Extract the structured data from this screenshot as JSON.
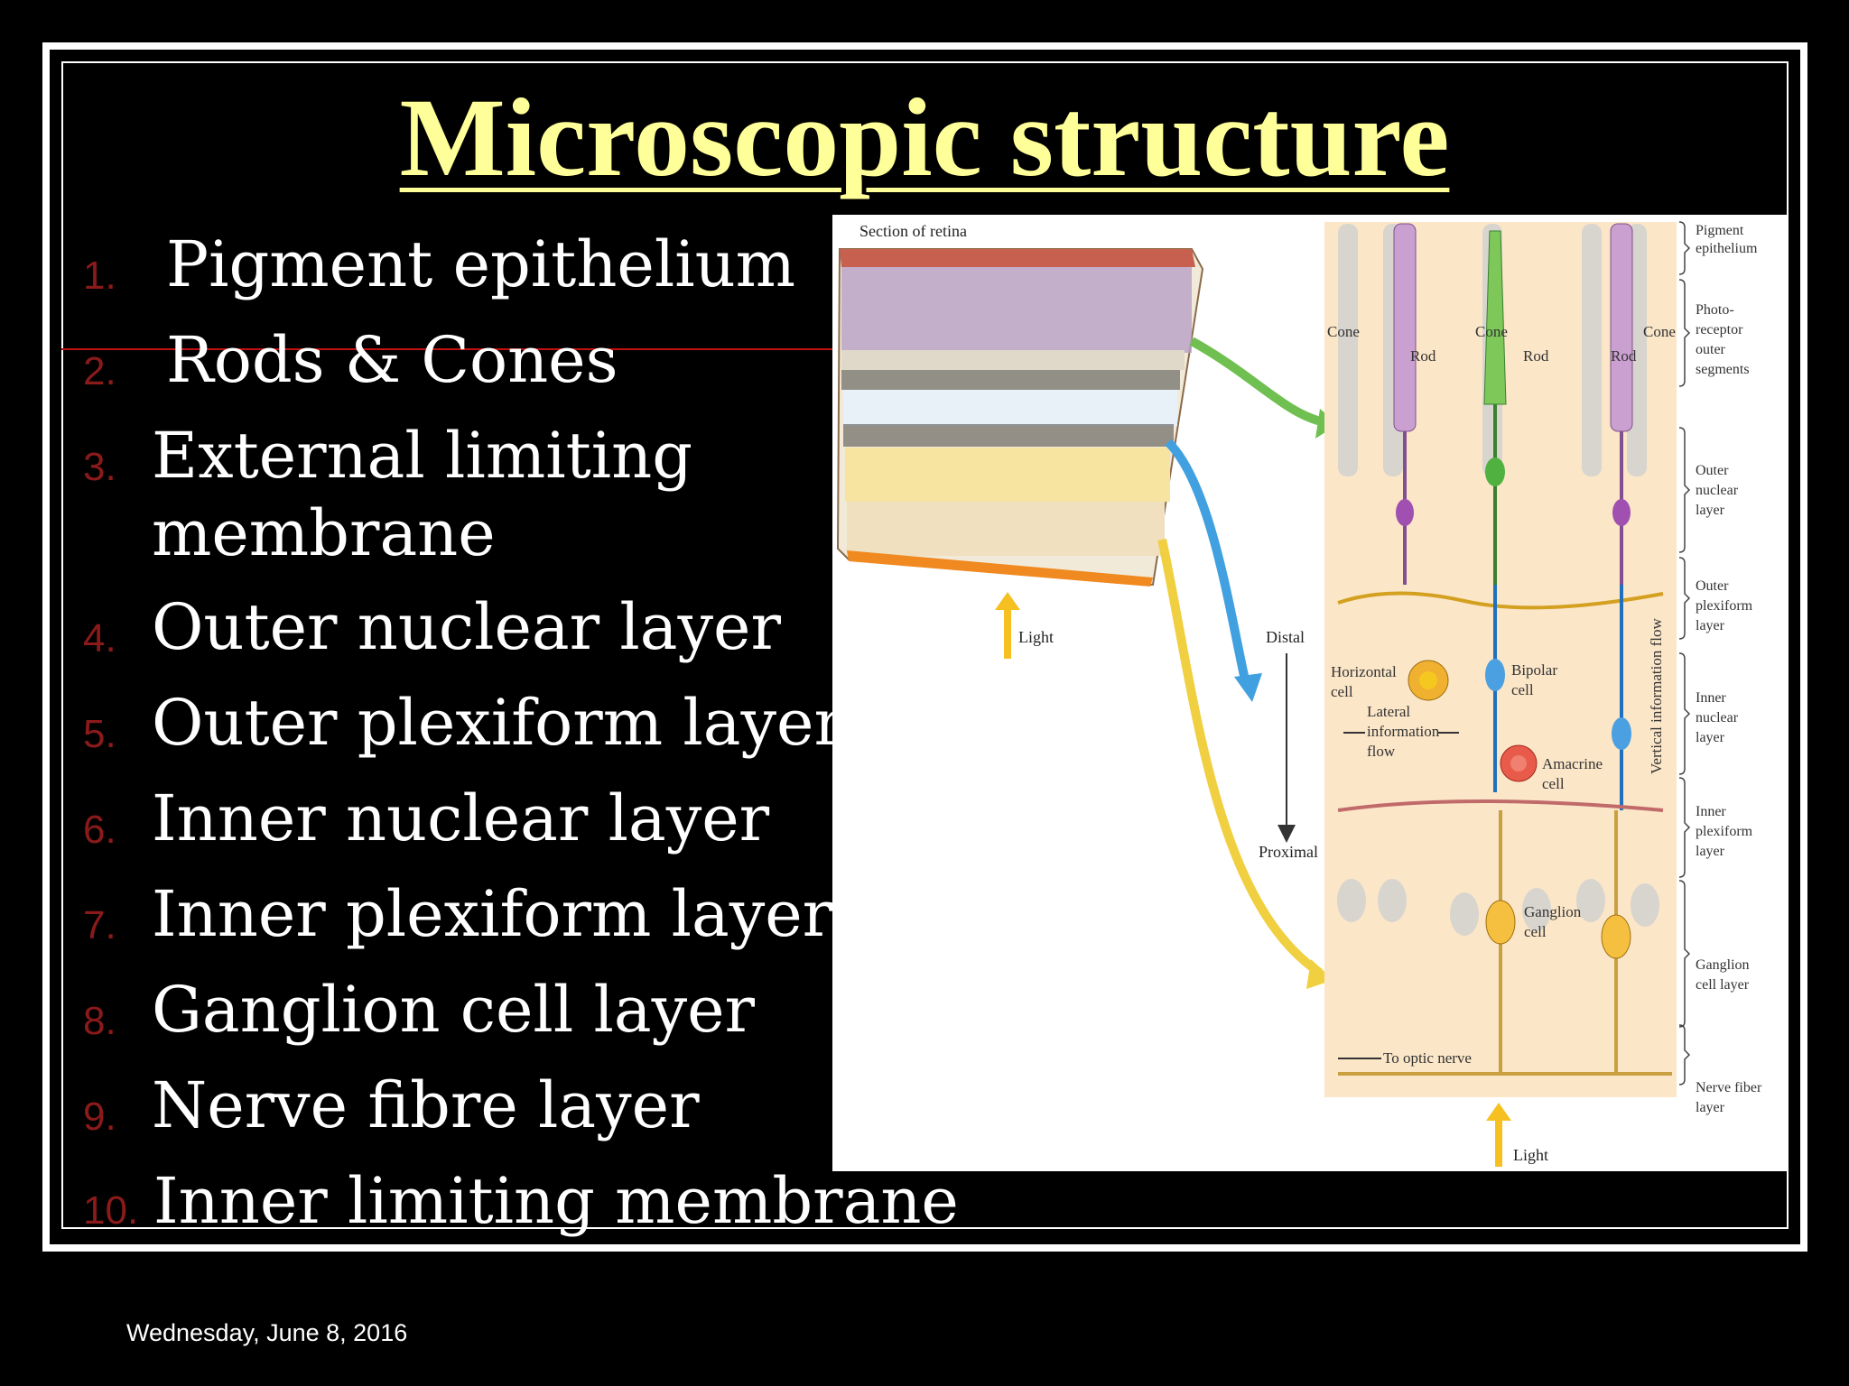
{
  "slide": {
    "title": "Microscopic structure",
    "date": "Wednesday, June 8, 2016"
  },
  "items": [
    {
      "num": "1.",
      "label": "Pigment epithelium"
    },
    {
      "num": "2.",
      "label": "Rods & Cones"
    },
    {
      "num": "3.",
      "label": "External limiting",
      "label2": "membrane"
    },
    {
      "num": "4.",
      "label": "Outer nuclear layer"
    },
    {
      "num": "5.",
      "label": "Outer plexiform layer"
    },
    {
      "num": "6.",
      "label": "Inner nuclear layer"
    },
    {
      "num": "7.",
      "label": "Inner plexiform layer"
    },
    {
      "num": "8.",
      "label": "Ganglion cell layer"
    },
    {
      "num": "9.",
      "label": "Nerve fibre layer"
    },
    {
      "num": "10.",
      "label": "Inner limiting membrane"
    }
  ],
  "diagram": {
    "section_label": "Section of retina",
    "light_left": "Light",
    "light_bottom": "Light",
    "distal": "Distal",
    "proximal": "Proximal",
    "cells": {
      "cone1": "Cone",
      "rod1": "Rod",
      "cone2": "Cone",
      "rod2": "Rod",
      "rod3": "Rod",
      "cone3": "Cone",
      "horizontal1": "Horizontal",
      "horizontal2": "cell",
      "bipolar1": "Bipolar",
      "bipolar2": "cell",
      "amacrine1": "Amacrine",
      "amacrine2": "cell",
      "ganglion1": "Ganglion",
      "ganglion2": "cell",
      "lateral1": "Lateral",
      "lateral2": "information",
      "lateral3": "flow",
      "vertical": "Vertical information flow",
      "optic": "To optic nerve"
    },
    "layers": {
      "pigment1": "Pigment",
      "pigment2": "epithelium",
      "photo1": "Photo-",
      "photo2": "receptor",
      "photo3": "outer",
      "photo4": "segments",
      "onl1": "Outer",
      "onl2": "nuclear",
      "onl3": "layer",
      "opl1": "Outer",
      "opl2": "plexiform",
      "opl3": "layer",
      "inl1": "Inner",
      "inl2": "nuclear",
      "inl3": "layer",
      "ipl1": "Inner",
      "ipl2": "plexiform",
      "ipl3": "layer",
      "gcl1": "Ganglion",
      "gcl2": "cell layer",
      "nfl1": "Nerve fiber",
      "nfl2": "layer"
    },
    "colors": {
      "cone_green": "#7ec85a",
      "rod_purple": "#c9a0d0",
      "bipolar_blue": "#4aa0e0",
      "horizontal_orange": "#f0b030",
      "amacrine_red": "#e85a4a",
      "ganglion_yellow": "#f5c040",
      "background_peach": "#fbe6c8"
    }
  }
}
